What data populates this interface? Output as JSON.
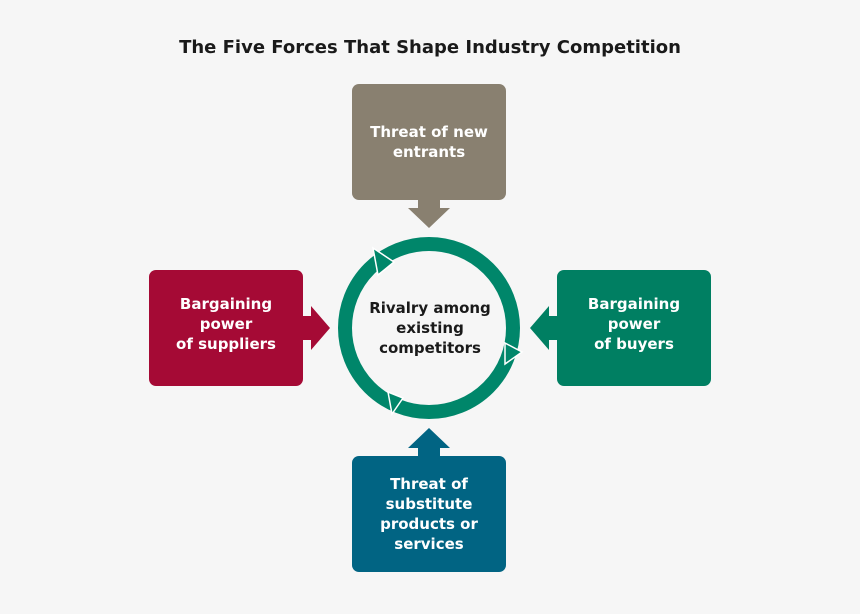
{
  "title": "The Five Forces That Shape Industry Competition",
  "center": {
    "lines": [
      "Rivalry among",
      "existing",
      "competitors"
    ]
  },
  "forces": {
    "top": {
      "lines": [
        "Threat of new",
        "entrants"
      ]
    },
    "left": {
      "lines": [
        "Bargaining power",
        "of suppliers"
      ]
    },
    "right": {
      "lines": [
        "Bargaining power",
        "of buyers"
      ]
    },
    "bottom": {
      "lines": [
        "Threat of",
        "substitute",
        "products or",
        "services"
      ]
    }
  },
  "colors": {
    "top": "#898070",
    "left": "#a50a35",
    "right": "#007f62",
    "bottom": "#016483",
    "ring": "#00866a"
  }
}
